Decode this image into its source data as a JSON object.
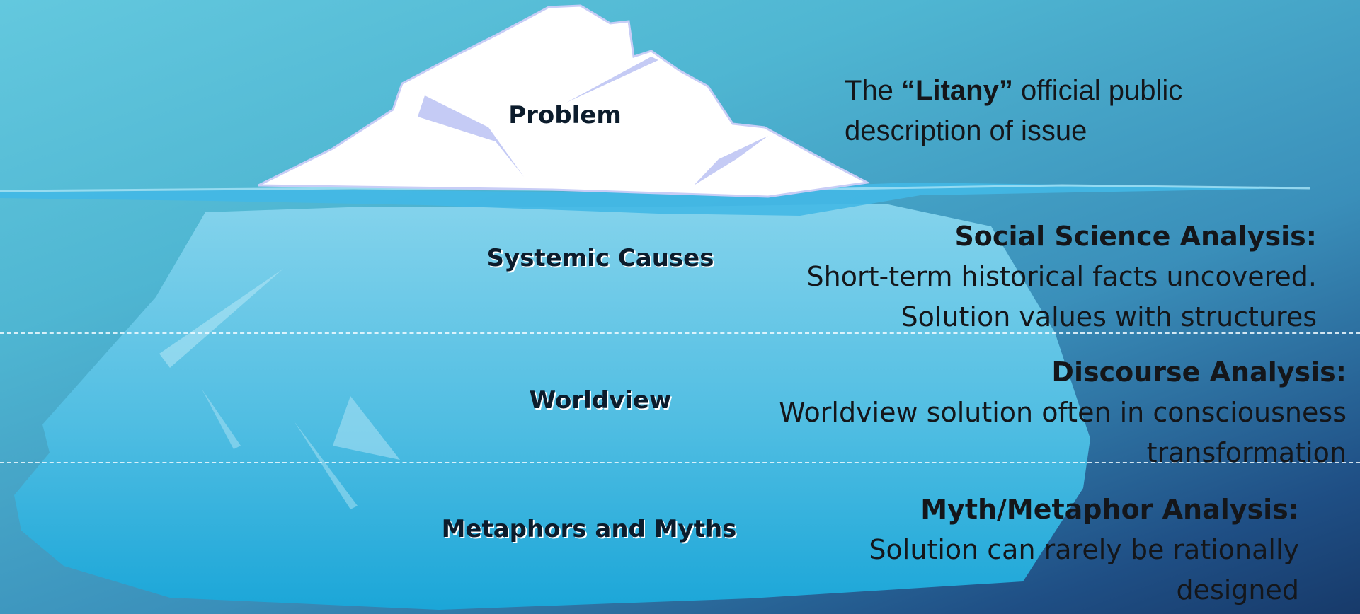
{
  "layers": {
    "problem": "Problem",
    "systemic": "Systemic Causes",
    "worldview": "Worldview",
    "myths": "Metaphors and Myths"
  },
  "descriptions": {
    "litany": {
      "prefix": "The ",
      "bold": "“Litany”",
      "line1_rest": " official public",
      "line2": "description of issue"
    },
    "social": {
      "heading": "Social Science Analysis:",
      "line1": "Short-term historical facts uncovered.",
      "line2": "Solution values with structures"
    },
    "discourse": {
      "heading": "Discourse Analysis:",
      "line1": "Worldview solution often in consciousness",
      "line2": "transformation"
    },
    "myth": {
      "heading": "Myth/Metaphor Analysis:",
      "line1": "Solution can rarely be rationally",
      "line2": "designed"
    }
  },
  "colors": {
    "ice_top": "#ffffff",
    "ice_shadow": "#c8cdf6",
    "underwater_ice": "#7fd0ea",
    "water_line": "#43b8e6"
  }
}
